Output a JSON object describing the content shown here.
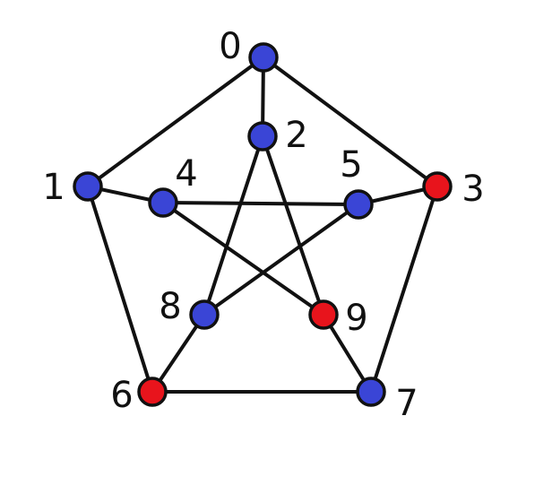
{
  "colors": {
    "blue": "#3a45d6",
    "red": "#e8141c",
    "edge": "#111111",
    "background": "#ffffff"
  },
  "graph": {
    "nodes": [
      {
        "id": "0",
        "label": "0",
        "color": "blue"
      },
      {
        "id": "1",
        "label": "1",
        "color": "blue"
      },
      {
        "id": "2",
        "label": "2",
        "color": "blue"
      },
      {
        "id": "3",
        "label": "3",
        "color": "red"
      },
      {
        "id": "4",
        "label": "4",
        "color": "blue"
      },
      {
        "id": "5",
        "label": "5",
        "color": "blue"
      },
      {
        "id": "6",
        "label": "6",
        "color": "red"
      },
      {
        "id": "7",
        "label": "7",
        "color": "blue"
      },
      {
        "id": "8",
        "label": "8",
        "color": "blue"
      },
      {
        "id": "9",
        "label": "9",
        "color": "red"
      }
    ],
    "edges": [
      [
        "0",
        "1"
      ],
      [
        "0",
        "2"
      ],
      [
        "0",
        "3"
      ],
      [
        "1",
        "4"
      ],
      [
        "1",
        "6"
      ],
      [
        "2",
        "8"
      ],
      [
        "2",
        "9"
      ],
      [
        "3",
        "5"
      ],
      [
        "3",
        "7"
      ],
      [
        "4",
        "5"
      ],
      [
        "4",
        "9"
      ],
      [
        "5",
        "8"
      ],
      [
        "6",
        "7"
      ],
      [
        "6",
        "8"
      ],
      [
        "7",
        "9"
      ]
    ]
  }
}
